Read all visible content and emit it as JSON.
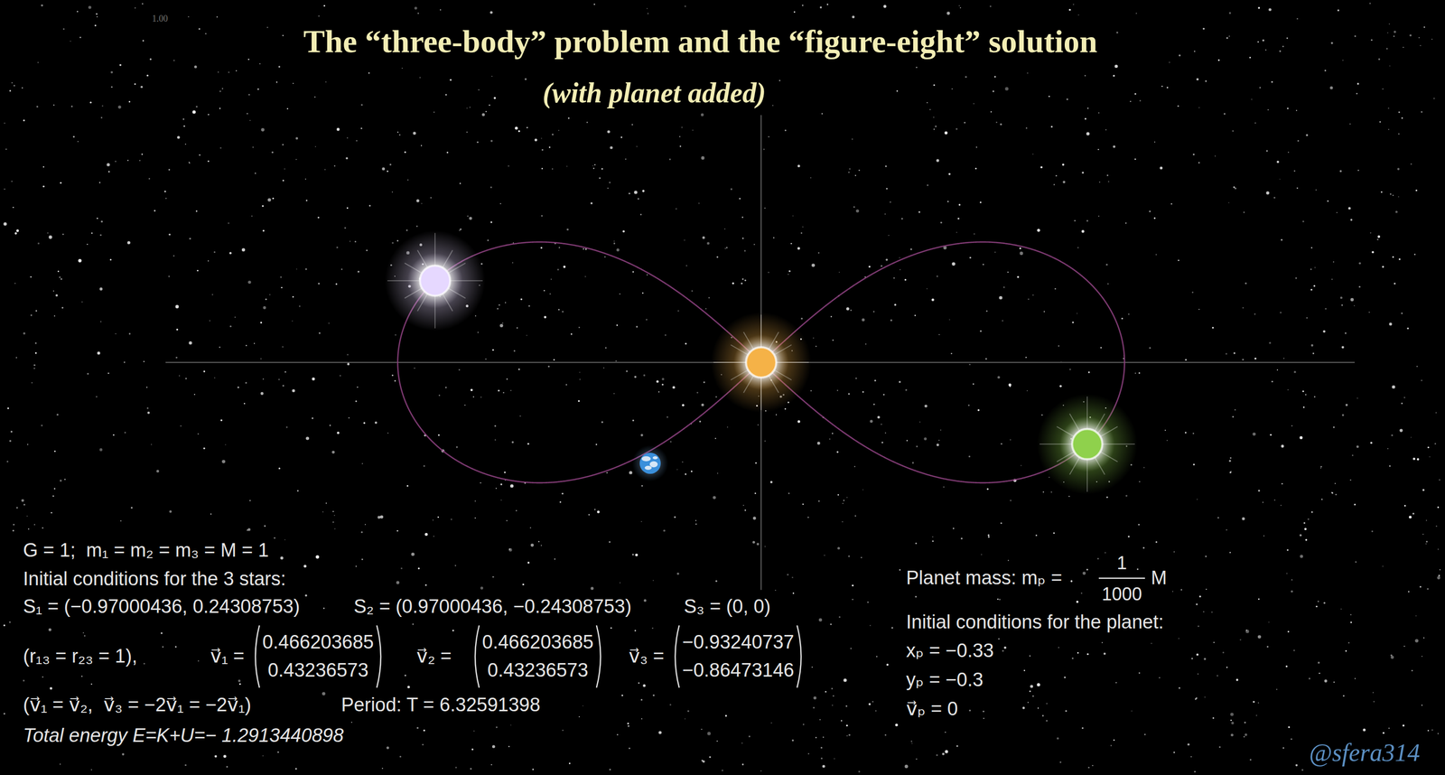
{
  "diagram": {
    "title": "The “three-body” problem and the “figure-eight” solution",
    "labels": [
      "(with planet added)",
      "1.00",
      "G = 1;  m₁ = m₂ = m₃ = M = 1",
      "Initial conditions for the 3 stars:",
      "S₁ = (−0.97000436, 0.24308753)",
      "S₂ = (0.97000436, −0.24308753)",
      "S₃ = (0, 0)",
      "(r₁₃ = r₂₃ = 1),",
      "v⃗₁ =",
      "0.466203685",
      "0.43236573",
      "v⃗₂ =",
      "0.466203685",
      "0.43236573",
      "v⃗₃ =",
      "−0.93240737",
      "−0.86473146",
      "(v⃗₁ = v⃗₂,  v⃗₃ = −2v⃗₁ = −2v⃗₁)",
      "Period: T = 6.32591398",
      "Total energy E=K+U=− 1.2913440898",
      "Planet mass: mₚ =",
      "1",
      "1000",
      "M",
      "Initial conditions for the planet:",
      "xₚ = −0.33",
      "yₚ = −0.3",
      "v⃗ₚ = 0",
      "@sfera314"
    ]
  }
}
